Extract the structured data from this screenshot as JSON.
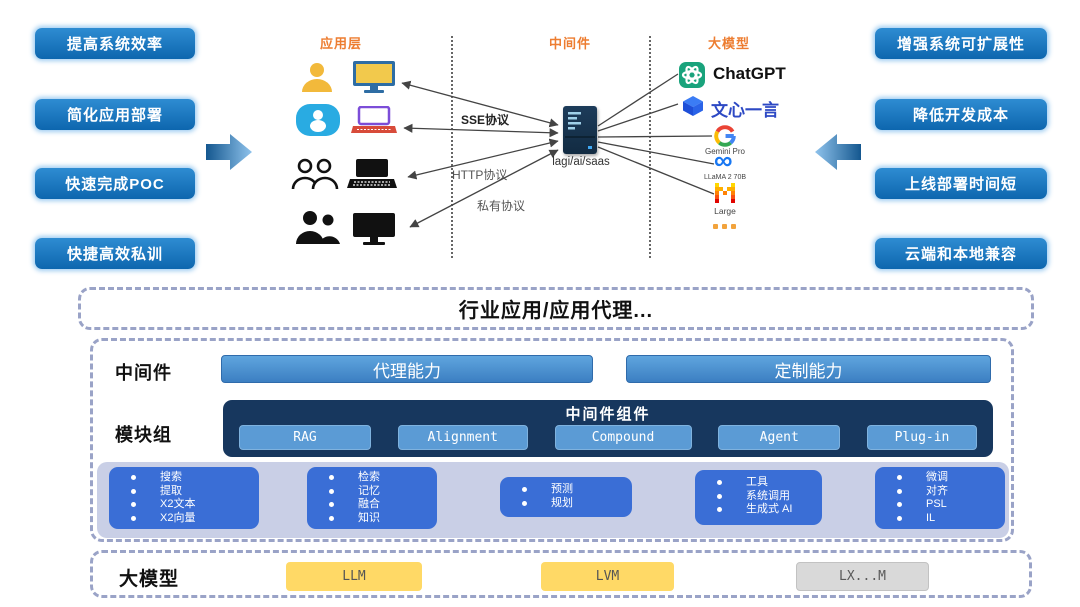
{
  "benefits_left": [
    {
      "label": "提高系统效率"
    },
    {
      "label": "简化应用部署"
    },
    {
      "label": "快速完成POC"
    },
    {
      "label": "快捷高效私训"
    }
  ],
  "benefits_right": [
    {
      "label": "增强系统可扩展性"
    },
    {
      "label": "降低开发成本"
    },
    {
      "label": "上线部署时间短"
    },
    {
      "label": "云端和本地兼容"
    }
  ],
  "top_diagram": {
    "columns": {
      "app_layer": "应用层",
      "middleware": "中间件",
      "models": "大模型"
    },
    "server": {
      "label": "lagi/ai/saas"
    },
    "protocols": {
      "sse": "SSE协议",
      "http": "HTTP协议",
      "private": "私有协议"
    },
    "models": {
      "chatgpt": "ChatGPT",
      "wenxin": "文心一言",
      "gemini": "Gemini Pro",
      "llama": "LLaMA 2 70B",
      "mistral": "Large",
      "more": "..."
    }
  },
  "stack": {
    "industry_title": "行业应用/应用代理...",
    "middleware": {
      "label": "中间件",
      "agent_bar": "代理能力",
      "custom_bar": "定制能力"
    },
    "modules": {
      "label": "模块组",
      "components_title": "中间件组件",
      "components": [
        "RAG",
        "Alignment",
        "Compound",
        "Agent",
        "Plug-in"
      ],
      "groups": [
        {
          "items": [
            "搜索",
            "提取",
            "X2文本",
            "X2向量"
          ]
        },
        {
          "items": [
            "检索",
            "记忆",
            "融合",
            "知识"
          ]
        },
        {
          "items": [
            "预测",
            "规划"
          ]
        },
        {
          "items": [
            "工具",
            "系统调用",
            "生成式 AI"
          ]
        },
        {
          "items": [
            "微调",
            "对齐",
            "PSL",
            "IL"
          ]
        }
      ]
    },
    "models": {
      "label": "大模型",
      "llm": "LLM",
      "lvm": "LVM",
      "lxm": "LX...M"
    }
  },
  "colors": {
    "pill_blue": "#0d66ae",
    "orange_label": "#ED7D31",
    "bar_blue": "#3c7fc2",
    "dark_navy": "#17375E",
    "component_blue": "#5b9bd5",
    "item_blue": "#3a6ed6",
    "light_container": "#c9cfe6",
    "yellow_box": "#FFD966",
    "gray_box": "#D9D9D9",
    "dashed_border": "#9aa3c7"
  }
}
